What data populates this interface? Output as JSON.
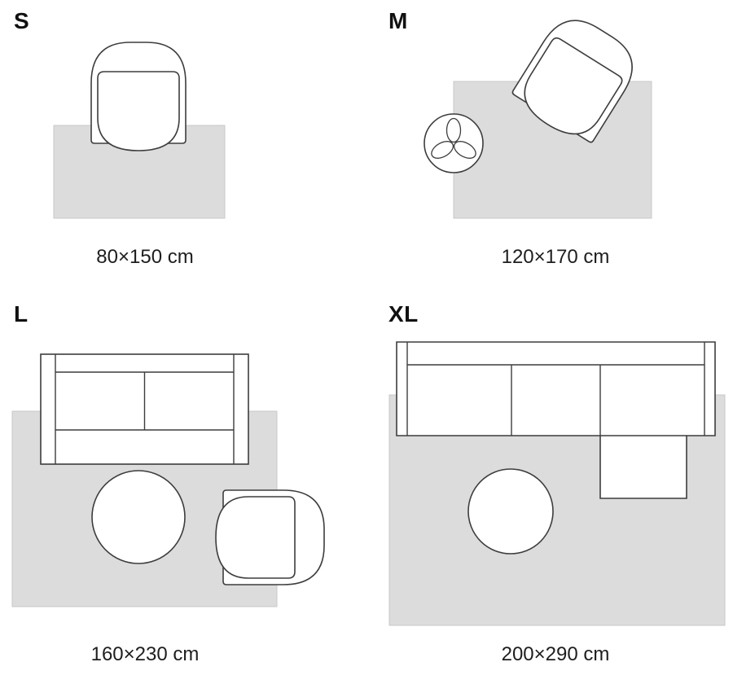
{
  "sizes": [
    {
      "id": "s",
      "label": "S",
      "dimensions": "80×150 cm"
    },
    {
      "id": "m",
      "label": "M",
      "dimensions": "120×170 cm"
    },
    {
      "id": "l",
      "label": "L",
      "dimensions": "160×230 cm"
    },
    {
      "id": "xl",
      "label": "XL",
      "dimensions": "200×290 cm"
    }
  ],
  "icons": {
    "armchair": "armchair-icon",
    "plant": "potted-plant-icon",
    "sofa": "two-seater-sofa-icon",
    "sectional_sofa": "sectional-sofa-icon",
    "round_table": "round-table-icon",
    "rug": "rug-shape"
  },
  "colors": {
    "rug_fill": "#dcdcdc",
    "rug_stroke": "#c9c9c9",
    "line": "#3d3d3d",
    "text": "#1e1e1e"
  }
}
